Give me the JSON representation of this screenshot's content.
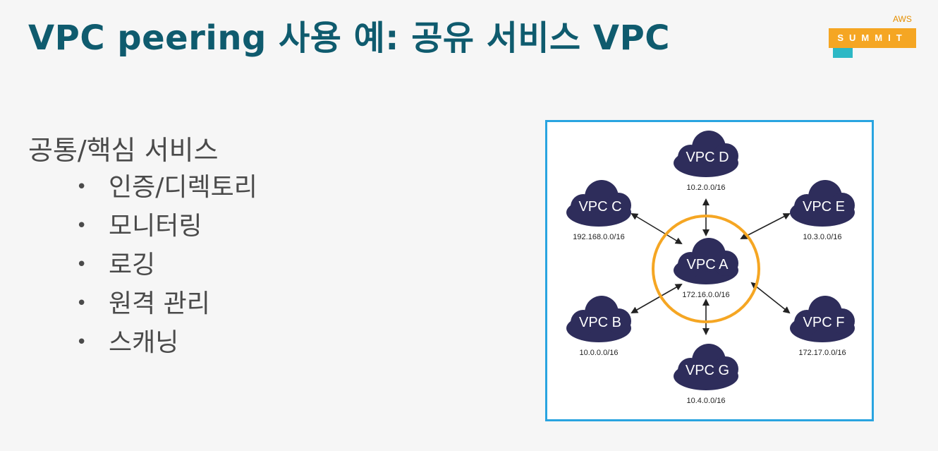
{
  "slide": {
    "title": "VPC peering 사용 예: 공유 서비스 VPC"
  },
  "logo": {
    "small_text": "AWS",
    "bar_text": "SUMMIT",
    "colors": {
      "bar": "#f5a623",
      "teal": "#2db8c5"
    }
  },
  "content": {
    "heading": "공통/핵심 서비스",
    "bullet_symbol": "•",
    "bullets": [
      "인증/디렉토리",
      "모니터링",
      "로깅",
      "원격 관리",
      "스캐닝"
    ]
  },
  "diagram": {
    "hub": {
      "name": "VPC A",
      "cidr": "172.16.0.0/16"
    },
    "spokes": [
      {
        "name": "VPC D",
        "cidr": "10.2.0.0/16"
      },
      {
        "name": "VPC C",
        "cidr": "192.168.0.0/16"
      },
      {
        "name": "VPC E",
        "cidr": "10.3.0.0/16"
      },
      {
        "name": "VPC B",
        "cidr": "10.0.0.0/16"
      },
      {
        "name": "VPC F",
        "cidr": "172.17.0.0/16"
      },
      {
        "name": "VPC G",
        "cidr": "10.4.0.0/16"
      }
    ],
    "colors": {
      "cloud": "#2e2d5b",
      "ring": "#f5a623",
      "frame": "#29a4e0",
      "arrow": "#222222"
    }
  }
}
